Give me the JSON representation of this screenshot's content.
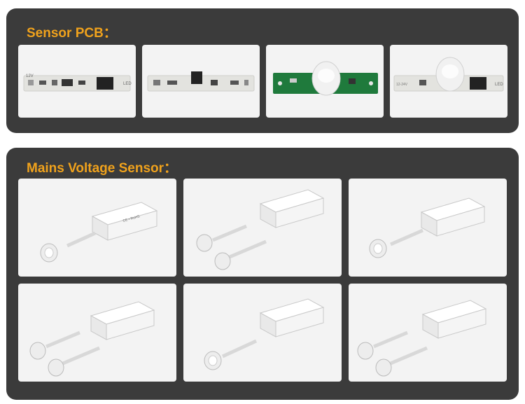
{
  "sections": {
    "pcb": {
      "title": "Sensor PCB：",
      "items": [
        {
          "label": "12V",
          "label2": "LED"
        },
        {
          "label": "",
          "label2": ""
        },
        {
          "label": "",
          "label2": ""
        },
        {
          "label": "12-24V",
          "label2": "LED"
        }
      ]
    },
    "mains": {
      "title": "Mains Voltage Sensor：",
      "marks": "CE • RoHS"
    }
  },
  "colors": {
    "panel_bg": "#3b3b3b",
    "title_accent": "#f0a21c",
    "card_bg": "#f3f3f3",
    "pcb_white": "#e6e6e2",
    "pcb_green": "#1f7a3c"
  }
}
